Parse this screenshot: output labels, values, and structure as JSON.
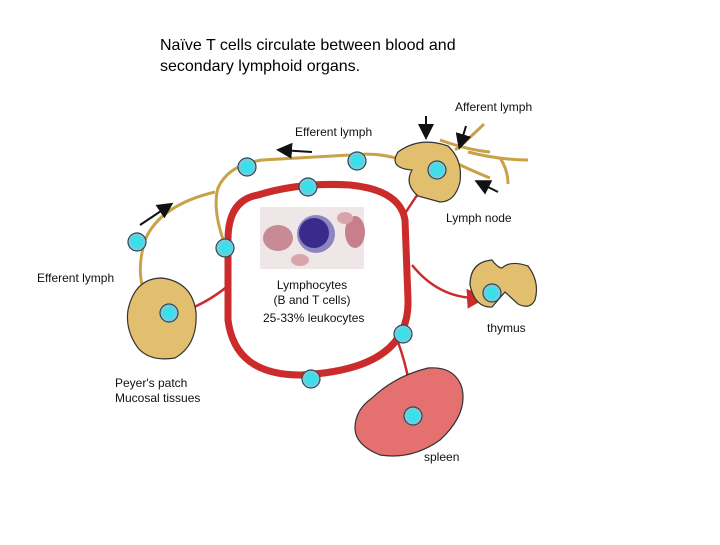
{
  "title": {
    "line1": "Naïve T cells circulate between blood and",
    "line2": "secondary lymphoid organs."
  },
  "labels": {
    "afferent_lymph": "Afferent lymph",
    "efferent_lymph_top": "Efferent lymph",
    "efferent_lymph_left": "Efferent lymph",
    "lymph_node": "Lymph node",
    "lymphocytes_line1": "Lymphocytes",
    "lymphocytes_line2": "(B and T cells)",
    "lymphocytes_pct": "25-33% leukocytes",
    "thymus": "thymus",
    "peyers_line1": "Peyer's patch",
    "peyers_line2": "Mucosal tissues",
    "spleen": "spleen"
  },
  "colors": {
    "blood_vessel": "#cc2b2b",
    "lymph_vessel": "#c9a14a",
    "organ_fill": "#e2bf6e",
    "spleen_fill": "#e47070",
    "cell_outer": "#7fc7d9",
    "cell_inner": "#38e0ea"
  }
}
